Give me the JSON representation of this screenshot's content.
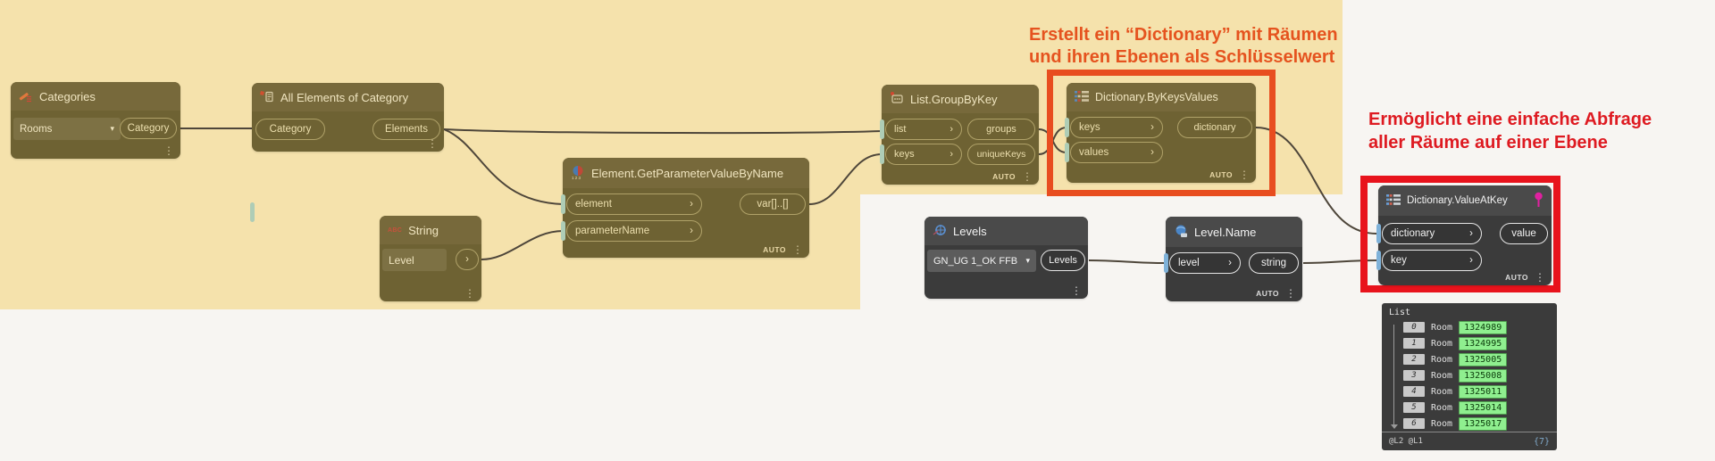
{
  "annotations": {
    "note1_line1": "Erstellt ein “Dictionary” mit Räumen",
    "note1_line2": "und ihren Ebenen als Schlüsselwert",
    "note2_line1": "Ermöglicht eine einfache Abfrage",
    "note2_line2": "aller Räume auf einer Ebene"
  },
  "ui": {
    "port_arrow": "›",
    "caret": "▾",
    "more_dots": "⋮"
  },
  "nodes": {
    "categories": {
      "title": "Categories",
      "dropdown_value": "Rooms",
      "output": "Category"
    },
    "all_elements": {
      "title": "All Elements of Category",
      "input": "Category",
      "output": "Elements"
    },
    "get_param": {
      "title": "Element.GetParameterValueByName",
      "input1": "element",
      "input2": "parameterName",
      "output1": "var[]..[]",
      "lacing": "AUTO"
    },
    "string": {
      "title": "String",
      "value": "Level"
    },
    "group_by_key": {
      "title": "List.GroupByKey",
      "input1": "list",
      "input2": "keys",
      "output1": "groups",
      "output2": "uniqueKeys",
      "lacing": "AUTO"
    },
    "dict_by_keys_values": {
      "title": "Dictionary.ByKeysValues",
      "input1": "keys",
      "input2": "values",
      "output1": "dictionary",
      "lacing": "AUTO"
    },
    "levels": {
      "title": "Levels",
      "dropdown_value": "GN_UG 1_OK FFB",
      "output": "Levels"
    },
    "level_name": {
      "title": "Level.Name",
      "input1": "level",
      "output1": "string",
      "lacing": "AUTO"
    },
    "value_at_key": {
      "title": "Dictionary.ValueAtKey",
      "input1": "dictionary",
      "input2": "key",
      "output1": "value",
      "lacing": "AUTO"
    }
  },
  "preview": {
    "header": "List",
    "rows": [
      {
        "index": "0",
        "label": "Room",
        "value": "1324989"
      },
      {
        "index": "1",
        "label": "Room",
        "value": "1324995"
      },
      {
        "index": "2",
        "label": "Room",
        "value": "1325005"
      },
      {
        "index": "3",
        "label": "Room",
        "value": "1325008"
      },
      {
        "index": "4",
        "label": "Room",
        "value": "1325011"
      },
      {
        "index": "5",
        "label": "Room",
        "value": "1325014"
      },
      {
        "index": "6",
        "label": "Room",
        "value": "1325017"
      }
    ],
    "footer_left": "@L2 @L1",
    "footer_right": "{7}"
  },
  "colors": {
    "group_fill": "#f5e2ac",
    "canvas": "#f7f5f2",
    "highlight_orange": "#e84d1f",
    "highlight_red": "#e8131c",
    "note_orange": "#e5531f",
    "note_red": "#de1a21",
    "olive_node": "#6e6233",
    "dark_node": "#3b3b3b",
    "badge_green": "#8fef8f",
    "wire": "#4e463a"
  }
}
